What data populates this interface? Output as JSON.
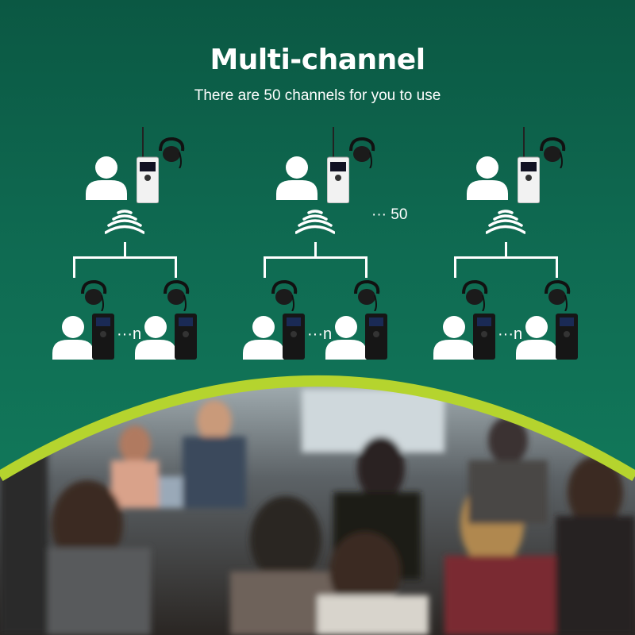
{
  "header": {
    "title": "Multi-channel",
    "subtitle": "There are 50 channels for you to use"
  },
  "channels_more_label": "··· 50",
  "listener_more_label": "···n",
  "groups": [
    {
      "id": "channel-group-1"
    },
    {
      "id": "channel-group-2"
    },
    {
      "id": "channel-group-3"
    }
  ],
  "colors": {
    "accent": "#b5d42e",
    "bg_top": "#0b5843",
    "bg_bottom": "#13805f"
  }
}
